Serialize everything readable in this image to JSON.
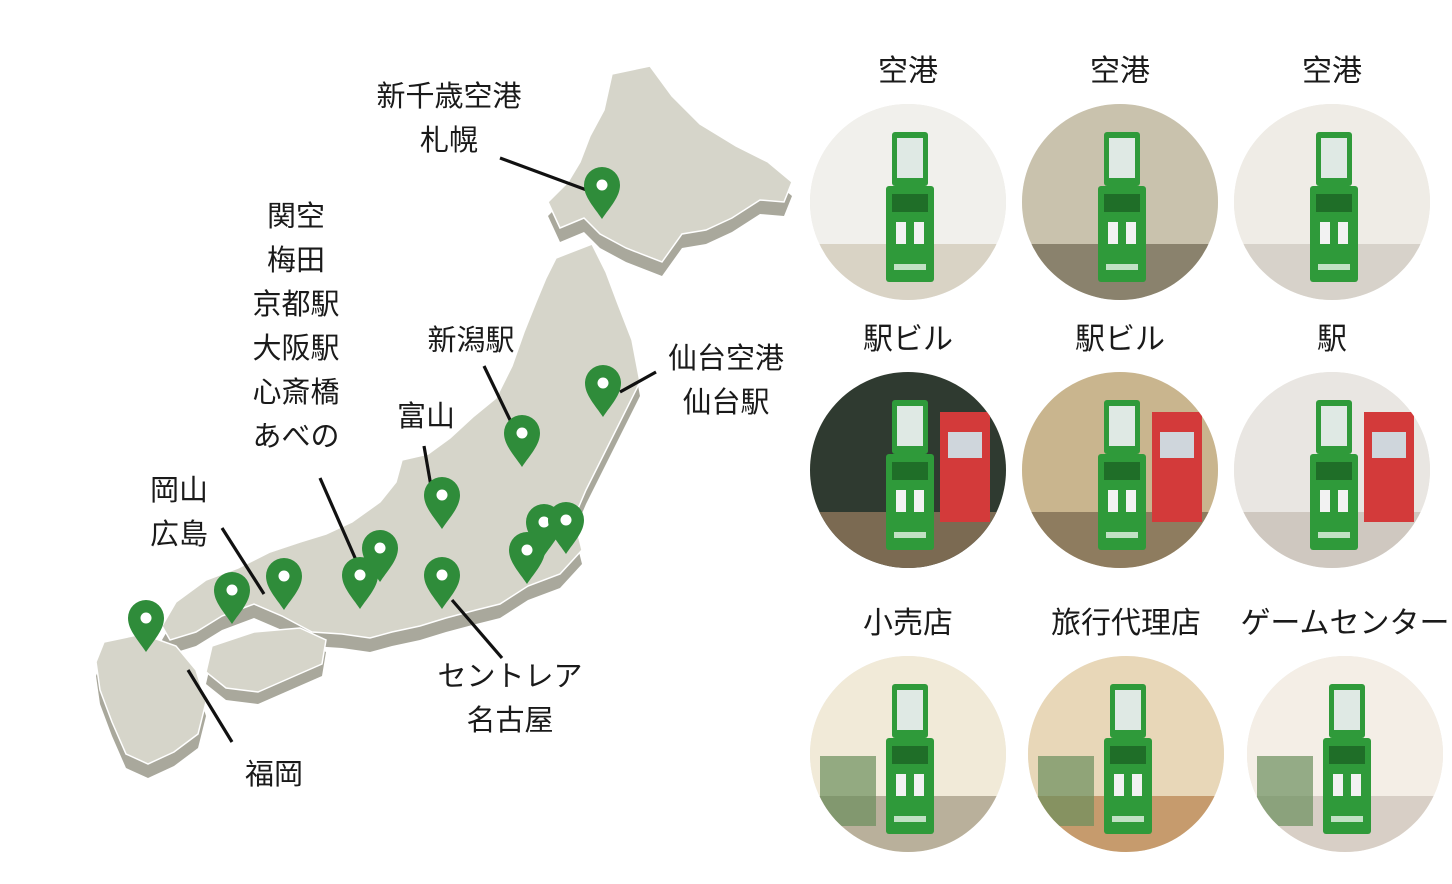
{
  "map": {
    "land_color": "#d6d5ca",
    "land_side_color": "#a9a89c",
    "pin_color": "#2f8c3a",
    "labels": [
      {
        "id": "sapporo",
        "text": "新千歳空港\n札幌"
      },
      {
        "id": "kansai",
        "text": "関空\n梅田\n京都駅\n大阪駅\n心斎橋\nあべの"
      },
      {
        "id": "niigata",
        "text": "新潟駅"
      },
      {
        "id": "sendai",
        "text": "仙台空港\n仙台駅"
      },
      {
        "id": "toyama",
        "text": "富山"
      },
      {
        "id": "okayama",
        "text": "岡山\n広島"
      },
      {
        "id": "nagoya",
        "text": "セントレア\n名古屋"
      },
      {
        "id": "fukuoka",
        "text": "福岡"
      }
    ]
  },
  "kiosks": [
    {
      "label": "空港",
      "scene": "airport",
      "wall": "#f1f0ec",
      "floor": "#d9d3c5"
    },
    {
      "label": "空港",
      "scene": "airport",
      "wall": "#c9c2ad",
      "floor": "#8a826d"
    },
    {
      "label": "空港",
      "scene": "airport",
      "wall": "#efece6",
      "floor": "#d7d2ca"
    },
    {
      "label": "駅ビル",
      "scene": "station",
      "wall": "#2f3a30",
      "floor": "#7b6a52"
    },
    {
      "label": "駅ビル",
      "scene": "station",
      "wall": "#c9b58e",
      "floor": "#8e7c5f"
    },
    {
      "label": "駅",
      "scene": "station",
      "wall": "#e9e6e2",
      "floor": "#cfc8c0"
    },
    {
      "label": "小売店",
      "scene": "retail",
      "wall": "#f1ead8",
      "floor": "#b9b09b"
    },
    {
      "label": "旅行代理店",
      "scene": "retail",
      "wall": "#e8d7b8",
      "floor": "#c69b6d"
    },
    {
      "label": "ゲームセンター",
      "scene": "retail",
      "wall": "#f4eee6",
      "floor": "#d8cfc6"
    }
  ],
  "kiosk_colors": {
    "body": "#2f9a3a",
    "dark": "#1f6e28",
    "screen": "#dfe9e4"
  }
}
